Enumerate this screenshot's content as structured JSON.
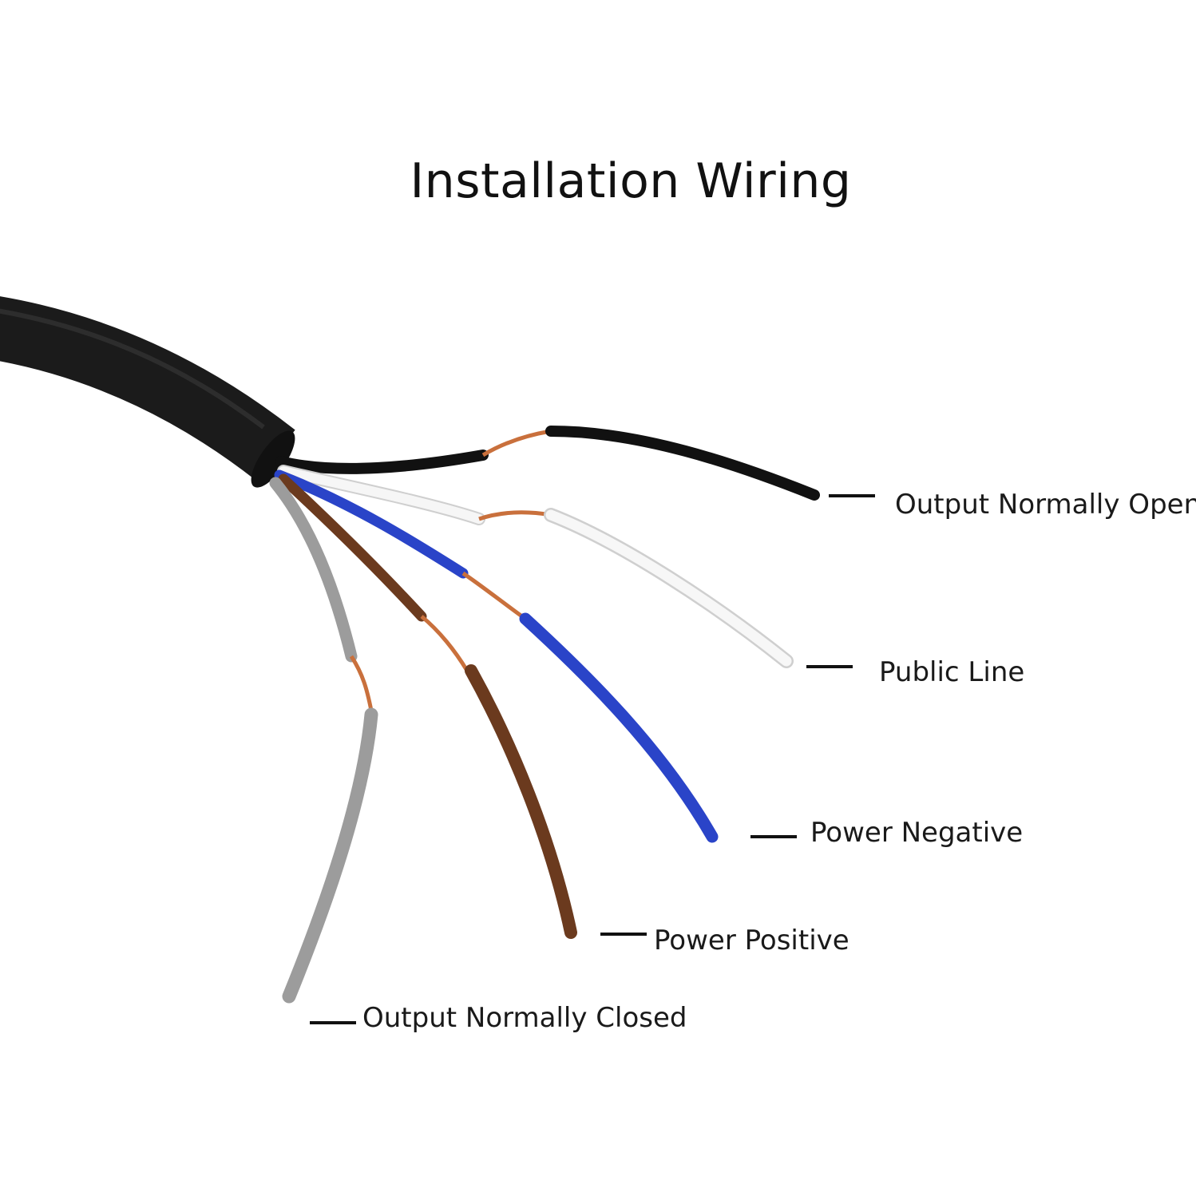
{
  "title": "Installation Wiring",
  "wires": [
    {
      "label": "Output Normally Open",
      "color": "#111111",
      "color_name": "black"
    },
    {
      "label": "Public Line",
      "color": "#f4f4f4",
      "color_name": "white"
    },
    {
      "label": "Power Negative",
      "color": "#2a44c8",
      "color_name": "blue"
    },
    {
      "label": "Power Positive",
      "color": "#6b3a1e",
      "color_name": "brown"
    },
    {
      "label": "Output Normally Closed",
      "color": "#9c9c9c",
      "color_name": "grey"
    }
  ],
  "colors": {
    "cable_jacket": "#1b1b1b",
    "copper": "#c9703c",
    "leader_line": "#111111"
  }
}
